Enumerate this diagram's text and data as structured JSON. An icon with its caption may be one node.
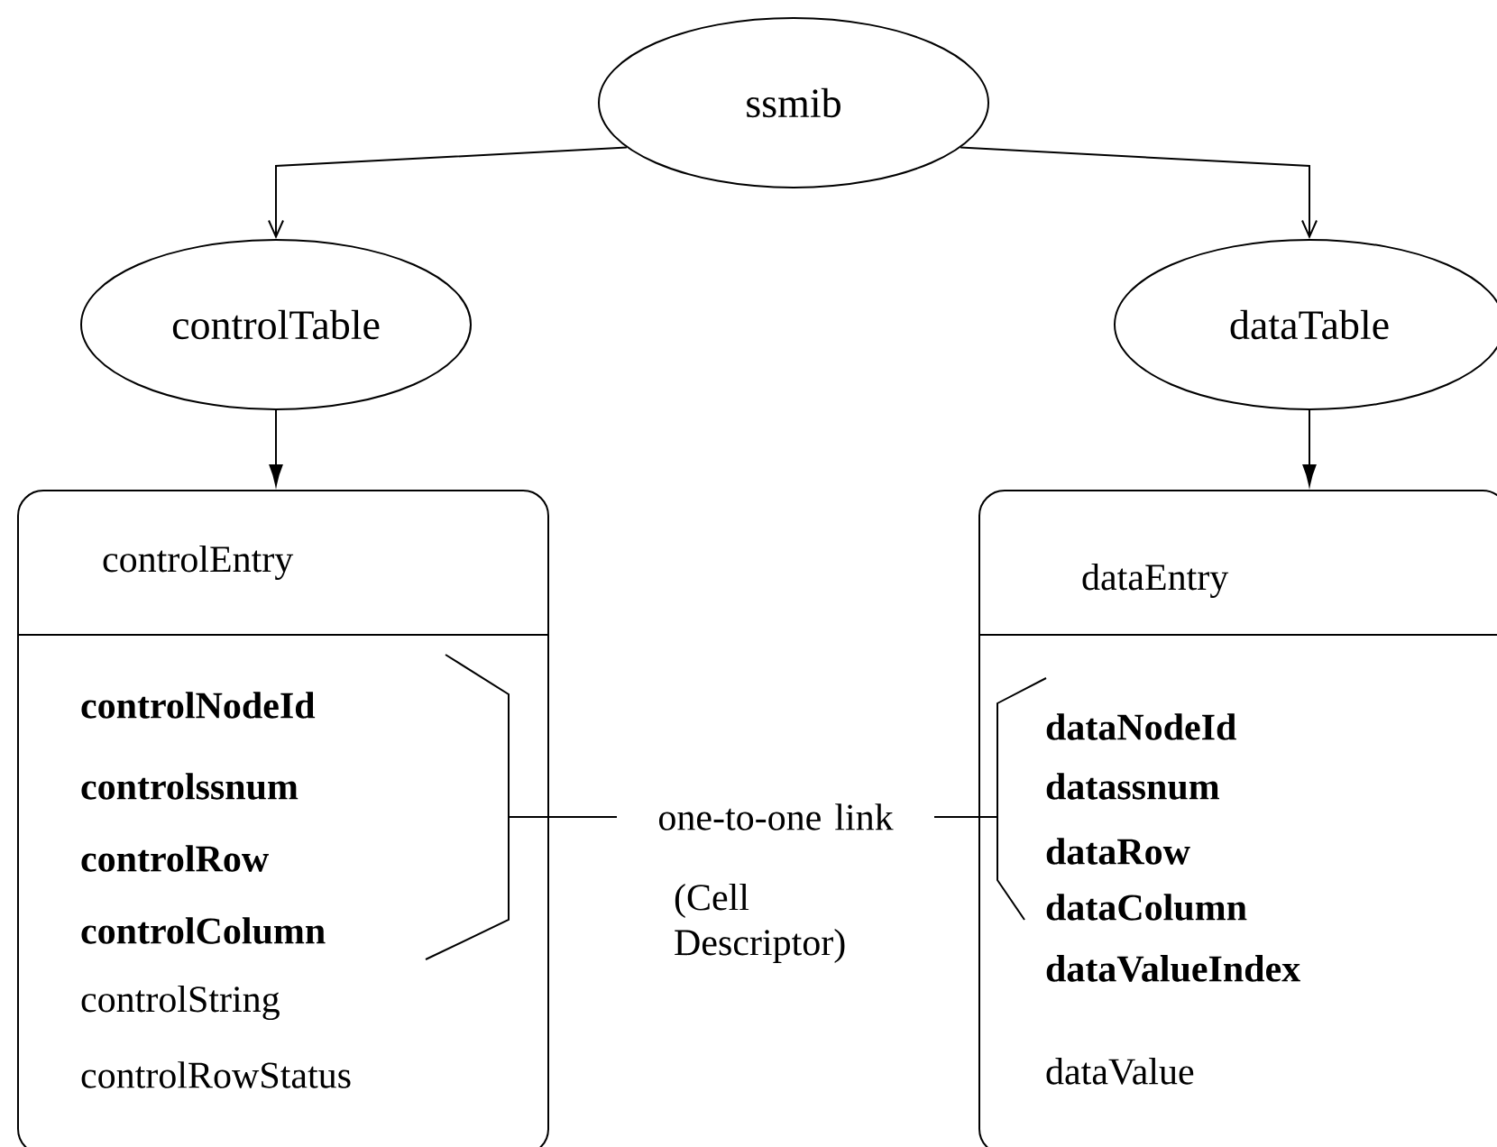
{
  "diagram": {
    "nodes": [
      {
        "text": [
          "ssmib"
        ]
      },
      {
        "text": [
          "controlTable"
        ]
      },
      {
        "text": [
          "dataTable"
        ]
      },
      {
        "text": [
          "controlEntry",
          "controlNodeId",
          "controlssnum",
          "controlRow",
          "controlColumn",
          "controlString",
          "controlRowStatus"
        ]
      },
      {
        "text": [
          "dataEntry",
          "dataNodeId",
          "datassnum",
          "dataRow",
          "dataColumn",
          "dataValueIndex",
          "dataValue"
        ]
      },
      {
        "text": [],
        "shape": "bracket",
        "in": 3
      },
      {
        "text": [],
        "shape": "bracket",
        "in": 4
      }
    ],
    "edges": [
      {
        "from": 0,
        "to": 1,
        "arrow": "to"
      },
      {
        "from": 0,
        "to": 2,
        "arrow": "to"
      },
      {
        "from": 1,
        "to": 3,
        "arrow": "to"
      },
      {
        "from": 2,
        "to": 4,
        "arrow": "to"
      },
      {
        "from": 5,
        "to": 6,
        "arrow": "none",
        "label": "one-to-one link"
      }
    ],
    "labels": [
      "(Cell Descriptor)"
    ]
  }
}
